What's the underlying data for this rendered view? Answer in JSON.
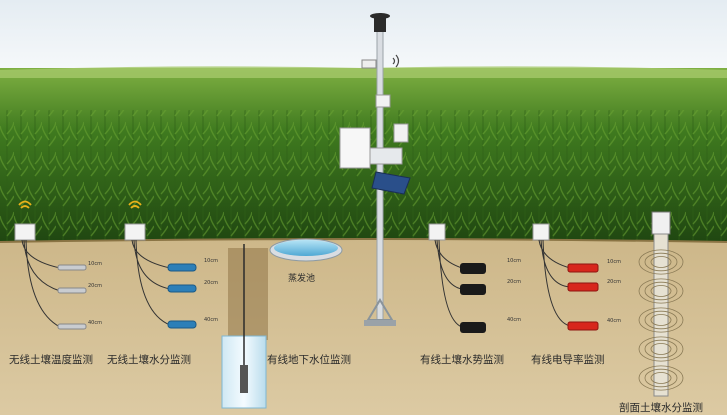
{
  "labels": {
    "wireless_temp": "无线土壤温度监测",
    "wireless_moisture": "无线土壤水分监测",
    "groundwater": "有线地下水位监测",
    "evaporation": "蒸发池",
    "tension": "有线土壤水势监测",
    "conductivity": "有线电导率监测",
    "profile": "剖面土壤水分监测"
  },
  "depths": {
    "d10": "10cm",
    "d20": "20cm",
    "d40": "40cm"
  },
  "colors": {
    "sky_top": "#eaf0f4",
    "sky_bottom": "#f7f9fa",
    "crop_dark": "#1f4d12",
    "crop_light": "#5f9a2c",
    "soil": "#d8c49a",
    "soil_line": "#b79c63",
    "probe_blue": "#2c7fb8",
    "probe_red": "#d7261c",
    "probe_black": "#1a1a1a",
    "probe_grey": "#c9ccd0",
    "pool_water": "#8fd0ec",
    "pole": "#d9dde2",
    "wifi": "#e8b21a"
  }
}
